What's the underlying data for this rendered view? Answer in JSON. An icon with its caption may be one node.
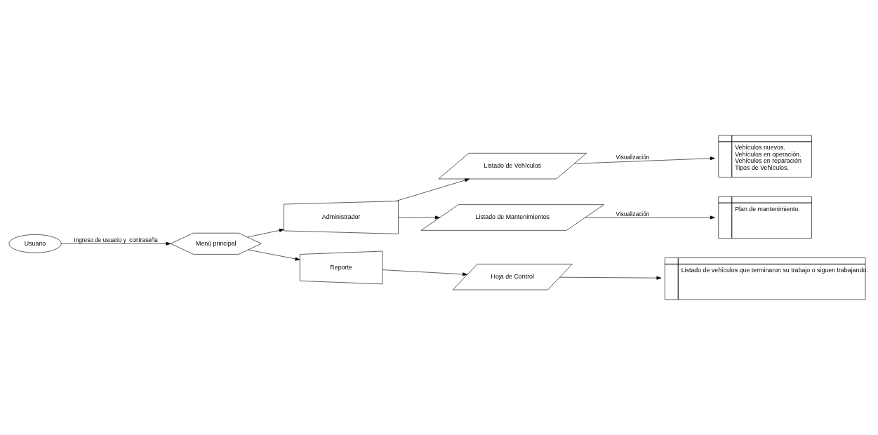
{
  "diagram": {
    "nodes": [
      {
        "text": [
          "Usuario"
        ]
      },
      {
        "text": [
          "Menú principal"
        ]
      },
      {
        "text": [
          "Administrador"
        ]
      },
      {
        "text": [
          "Listado de Vehículos"
        ]
      },
      {
        "text": [
          "Vehículos nuevos.",
          "Vehículos en operación.",
          "Vehículos en reparación",
          "Tipos de Vehículos."
        ]
      },
      {
        "text": [
          "Listado de Mantenimientos"
        ]
      },
      {
        "text": [
          "Plan de mantenimiento."
        ]
      },
      {
        "text": [
          "Reporte"
        ]
      },
      {
        "text": [
          "Hoja de Control"
        ]
      },
      {
        "text": [
          "Listado de vehículos que terminaron su trabajo o siguen trabajando."
        ]
      }
    ],
    "edges": [
      {
        "from": 0,
        "to": 1,
        "arrow": "to",
        "label": "Ingreso de usuario y  contraseña"
      },
      {
        "from": 1,
        "to": 2,
        "arrow": "to"
      },
      {
        "from": 1,
        "to": 7,
        "arrow": "to"
      },
      {
        "from": 2,
        "to": 3,
        "arrow": "to"
      },
      {
        "from": 3,
        "to": 4,
        "arrow": "to",
        "label": "Visualización"
      },
      {
        "from": 2,
        "to": 5,
        "arrow": "to"
      },
      {
        "from": 5,
        "to": 6,
        "arrow": "to",
        "label": "Visualización"
      },
      {
        "from": 7,
        "to": 8,
        "arrow": "to"
      },
      {
        "from": 8,
        "to": 9,
        "arrow": "to"
      }
    ]
  }
}
